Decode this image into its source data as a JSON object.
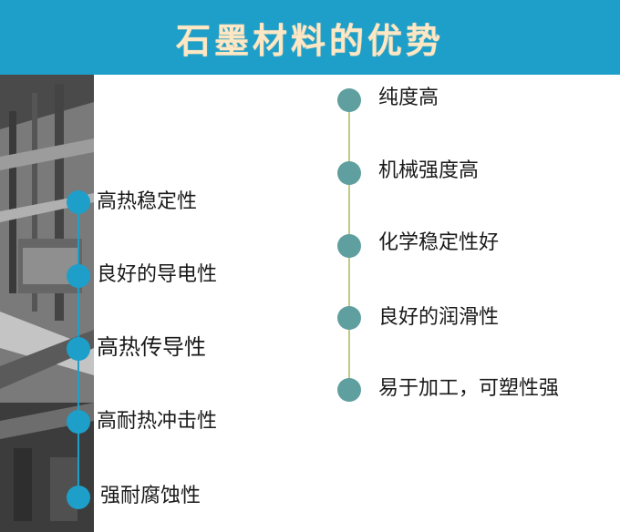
{
  "header": {
    "title": "石墨材料的优势"
  },
  "left_items": [
    {
      "label": "高热稳定性"
    },
    {
      "label": "良好的导电性"
    },
    {
      "label": "高热传导性"
    },
    {
      "label": "高耐热冲击性"
    },
    {
      "label": "强耐腐蚀性"
    }
  ],
  "right_items": [
    {
      "label": "纯度高"
    },
    {
      "label": "机械强度高"
    },
    {
      "label": "化学稳定性好"
    },
    {
      "label": "良好的润滑性"
    },
    {
      "label": "易于加工，可塑性强"
    }
  ],
  "colors": {
    "header_bg": "#1e9fc9",
    "header_text": "#fde7c4",
    "left_dot": "#1e9fc9",
    "right_dot": "#5f9f9f",
    "right_line": "#c2c983"
  }
}
